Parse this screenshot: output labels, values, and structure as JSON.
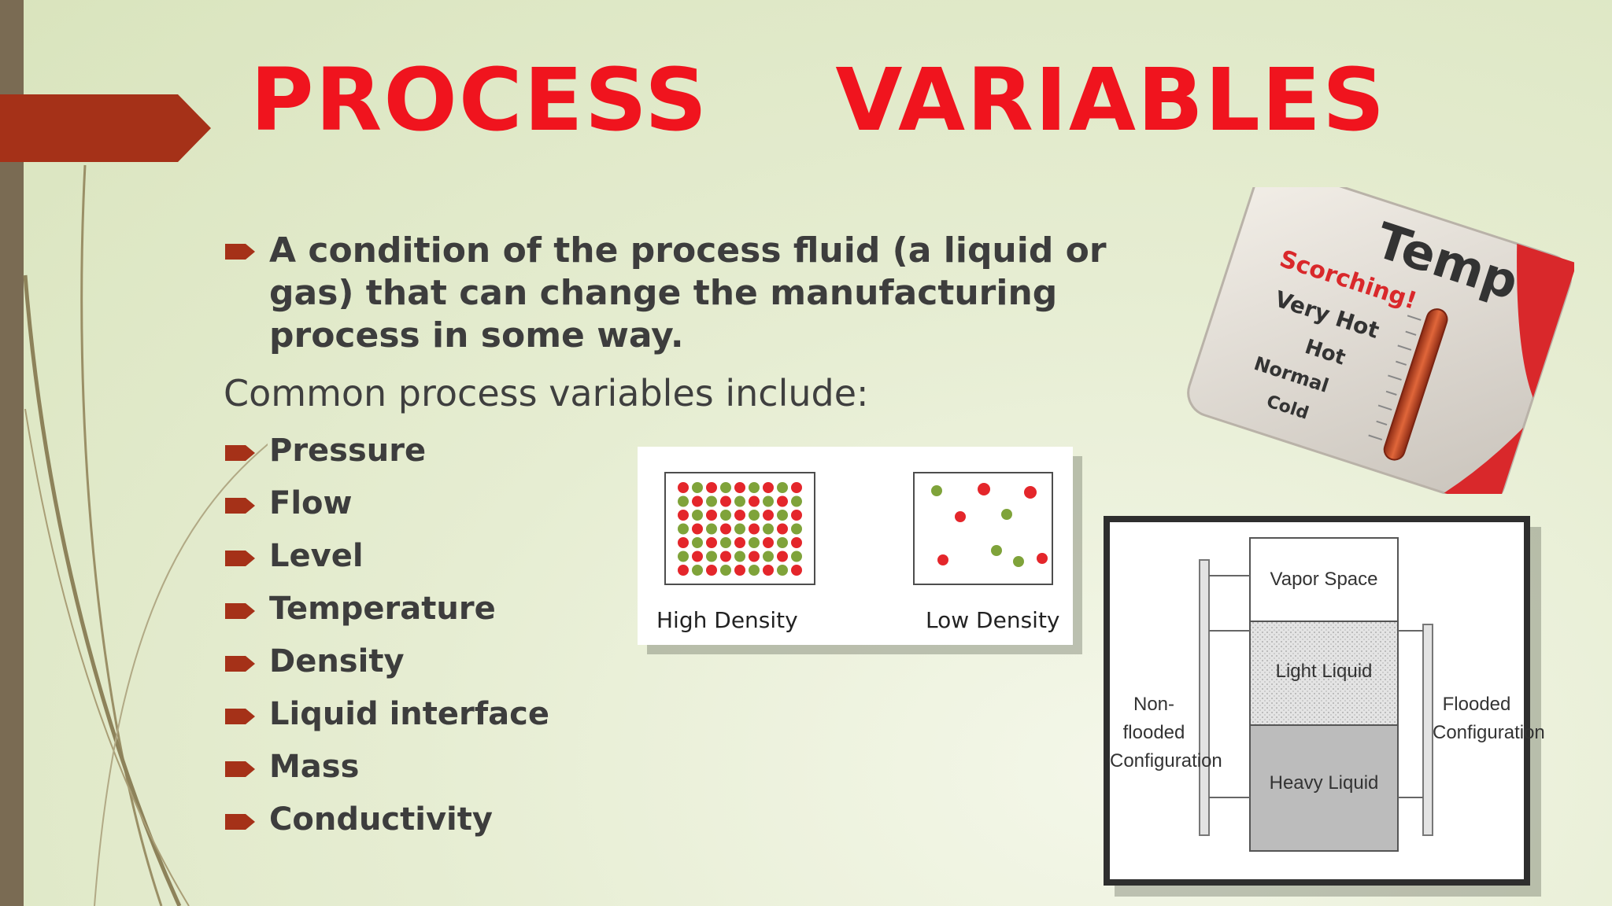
{
  "slide": {
    "title": "PROCESS    VARIABLES",
    "intro": "A condition of the process fluid (a liquid or gas) that can change the manufacturing process in some way.",
    "subheading": "Common process variables include:",
    "variables": [
      "Pressure",
      "Flow",
      "Level",
      "Temperature",
      "Density",
      "Liquid interface",
      "Mass",
      "Conductivity"
    ]
  },
  "density_figure": {
    "high_label": "High Density",
    "low_label": "Low Density"
  },
  "temperature_figure": {
    "heading": "Temp",
    "scale": [
      "Scorching!",
      "Very Hot",
      "Hot",
      "Normal",
      "Cold"
    ]
  },
  "tank_figure": {
    "layers": [
      "Vapor Space",
      "Light Liquid",
      "Heavy Liquid"
    ],
    "left_label": [
      "Non-flooded",
      "Configuration"
    ],
    "right_label": [
      "Flooded",
      "Configuration"
    ]
  },
  "colors": {
    "title": "#f0141e",
    "accent_arrow": "#a53118",
    "bullet": "#a53118",
    "text": "#3d3d3d",
    "background": "#e6edd2"
  }
}
